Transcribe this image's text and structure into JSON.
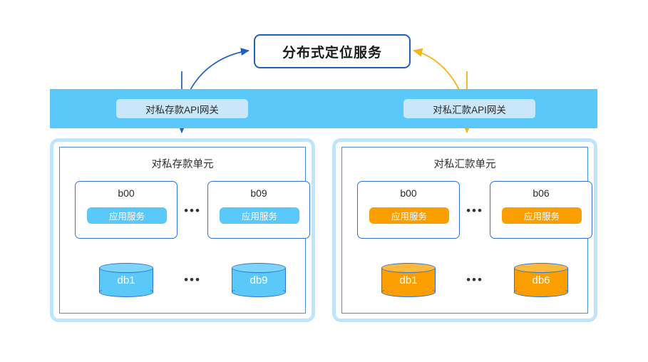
{
  "diagram": {
    "title": "分布式定位服务",
    "band": {
      "color": "#5BC8FA",
      "gateways": [
        {
          "label": "对私存款API网关",
          "accent": "#1F5FBF"
        },
        {
          "label": "对私汇款API网关",
          "accent": "#F5B618"
        }
      ]
    },
    "ellipsis": "•••",
    "units": [
      {
        "title": "对私存款单元",
        "accent": "#5BC8FA",
        "cells": [
          {
            "name": "b00",
            "service": "应用服务"
          },
          {
            "name": "b09",
            "service": "应用服务"
          }
        ],
        "databases": [
          {
            "label": "db1"
          },
          {
            "label": "db9"
          }
        ]
      },
      {
        "title": "对私汇款单元",
        "accent": "#FB9E02",
        "cells": [
          {
            "name": "b00",
            "service": "应用服务"
          },
          {
            "name": "b06",
            "service": "应用服务"
          }
        ],
        "databases": [
          {
            "label": "db1"
          },
          {
            "label": "db6"
          }
        ]
      }
    ],
    "connectors": [
      {
        "name": "deposit-gateway-to-locator",
        "color": "#1F5FBF"
      },
      {
        "name": "remittance-gateway-to-locator",
        "color": "#F5B618"
      }
    ]
  }
}
